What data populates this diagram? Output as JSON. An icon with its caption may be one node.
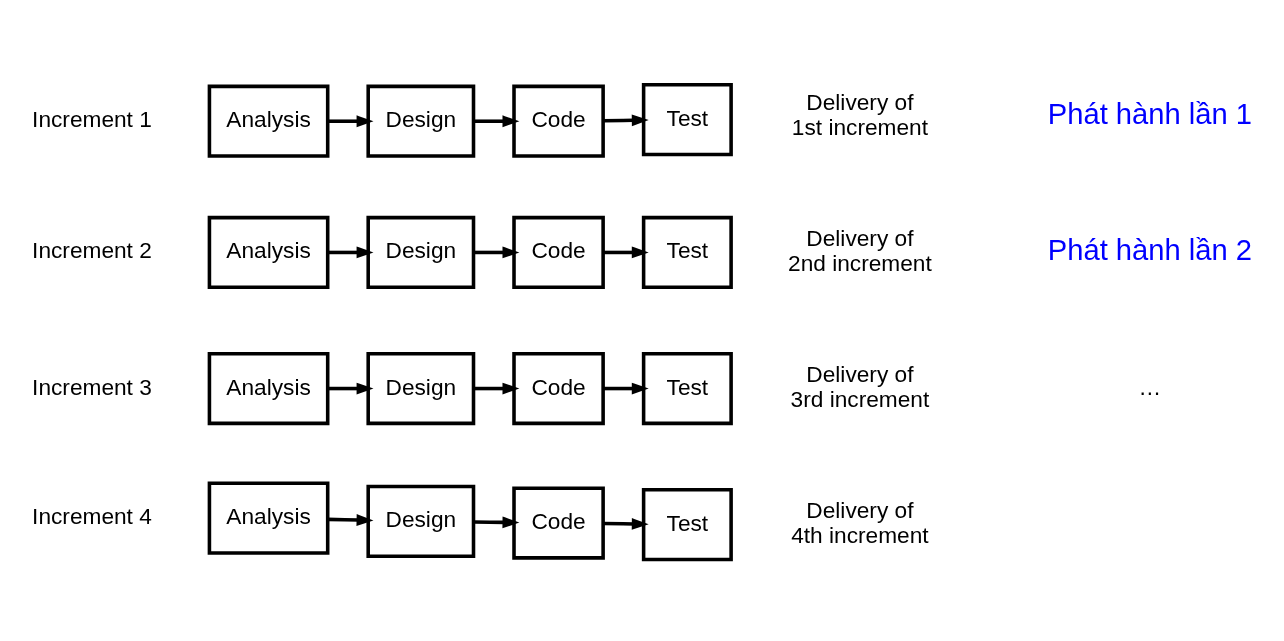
{
  "diagram": {
    "nodes": [
      {
        "text": [
          "Analysis"
        ]
      },
      {
        "text": [
          "Design"
        ]
      },
      {
        "text": [
          "Code"
        ]
      },
      {
        "text": [
          "Test"
        ],
        "beside": [
          "Delivery of 1st increment"
        ]
      },
      {
        "text": [
          "Analysis"
        ]
      },
      {
        "text": [
          "Design"
        ]
      },
      {
        "text": [
          "Code"
        ]
      },
      {
        "text": [
          "Test"
        ],
        "beside": [
          "Delivery of 2nd increment"
        ]
      },
      {
        "text": [
          "Analysis"
        ]
      },
      {
        "text": [
          "Design"
        ]
      },
      {
        "text": [
          "Code"
        ]
      },
      {
        "text": [
          "Test"
        ],
        "beside": [
          "Delivery of 3rd increment"
        ]
      },
      {
        "text": [
          "Analysis"
        ]
      },
      {
        "text": [
          "Design"
        ]
      },
      {
        "text": [
          "Code"
        ]
      },
      {
        "text": [
          "Test"
        ],
        "beside": [
          "Delivery of 4th increment"
        ]
      }
    ],
    "edges": [
      {
        "from": 0,
        "to": 1,
        "arrow": "to"
      },
      {
        "from": 1,
        "to": 2,
        "arrow": "to"
      },
      {
        "from": 2,
        "to": 3,
        "arrow": "to"
      },
      {
        "from": 4,
        "to": 5,
        "arrow": "to"
      },
      {
        "from": 5,
        "to": 6,
        "arrow": "to"
      },
      {
        "from": 6,
        "to": 7,
        "arrow": "to"
      },
      {
        "from": 8,
        "to": 9,
        "arrow": "to"
      },
      {
        "from": 9,
        "to": 10,
        "arrow": "to"
      },
      {
        "from": 10,
        "to": 11,
        "arrow": "to"
      },
      {
        "from": 12,
        "to": 13,
        "arrow": "to"
      },
      {
        "from": 13,
        "to": 14,
        "arrow": "to"
      },
      {
        "from": 14,
        "to": 15,
        "arrow": "to"
      }
    ],
    "labels": [
      "Increment 1",
      "Phát hành lần 1",
      "Increment 2",
      "Phát hành lần 2",
      "Increment 3",
      "…",
      "Increment 4"
    ]
  }
}
